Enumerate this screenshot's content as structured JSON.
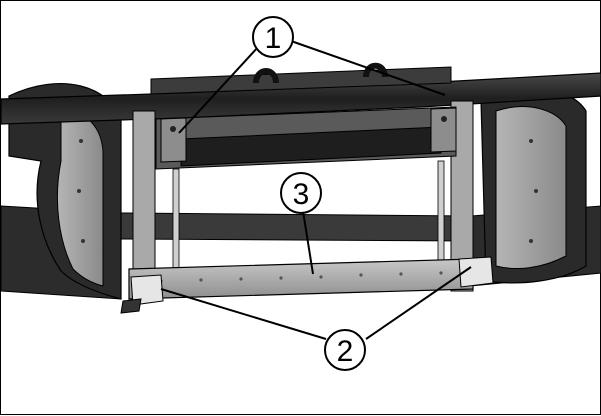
{
  "callouts": {
    "c1": "1",
    "c2": "2",
    "c3": "3"
  },
  "colors": {
    "frame_dark": "#2a2a2a",
    "frame_mid": "#5c5c5c",
    "plate_gray": "#9e9e9e",
    "plate_light": "#c9c9c9",
    "panel_bg": "#ffffff",
    "outline": "#000000"
  }
}
